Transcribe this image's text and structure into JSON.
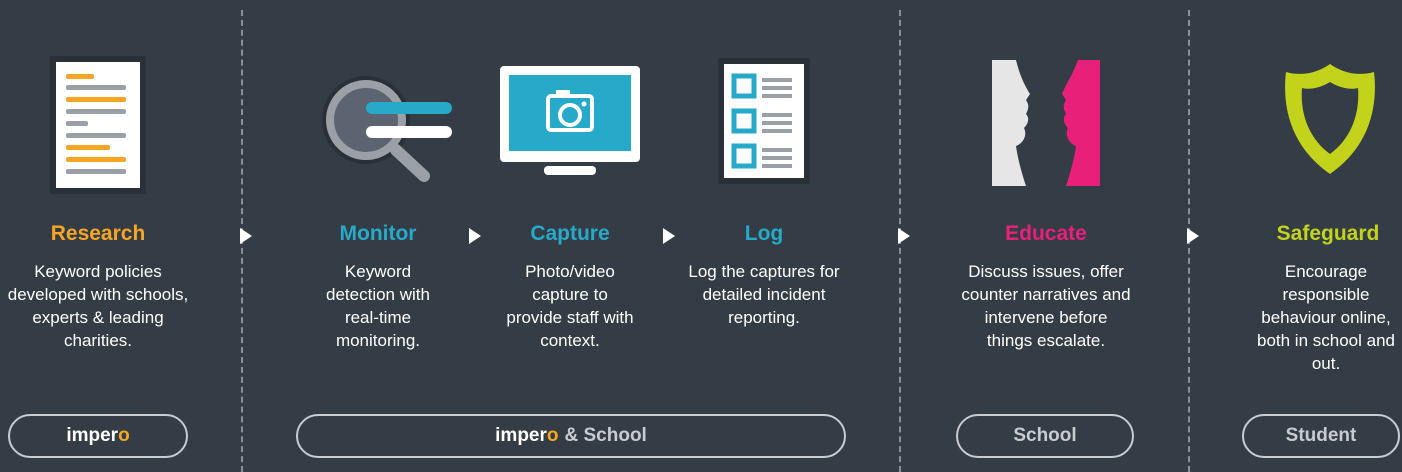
{
  "colors": {
    "background": "#343c45",
    "research": "#f5a623",
    "monitor": "#27a9c9",
    "capture": "#27a9c9",
    "log": "#27a9c9",
    "educate": "#e8207a",
    "safeguard": "#c3d21a",
    "pill_border": "#c8ccd1"
  },
  "columns": [
    {
      "key": "research",
      "title": "Research",
      "icon": "document-icon",
      "description": "Keyword policies developed with schools, experts & leading charities."
    },
    {
      "key": "monitor",
      "title": "Monitor",
      "icon": "magnifier-icon",
      "description": "Keyword detection with real-time monitoring."
    },
    {
      "key": "capture",
      "title": "Capture",
      "icon": "monitor-camera-icon",
      "description": "Photo/video capture to provide staff with context."
    },
    {
      "key": "log",
      "title": "Log",
      "icon": "checklist-icon",
      "description": "Log the captures for detailed incident reporting."
    },
    {
      "key": "educate",
      "title": "Educate",
      "icon": "faces-icon",
      "description": "Discuss issues, offer counter narratives and intervene before things escalate."
    },
    {
      "key": "safeguard",
      "title": "Safeguard",
      "icon": "shield-icon",
      "description": "Encourage responsible behaviour online, both in school and out."
    }
  ],
  "pills": {
    "impero": {
      "brand": "imper",
      "brand_o": "o"
    },
    "impero_school": {
      "brand": "imper",
      "brand_o": "o",
      "suffix": "& School"
    },
    "school": {
      "label": "School"
    },
    "student": {
      "label": "Student"
    }
  }
}
